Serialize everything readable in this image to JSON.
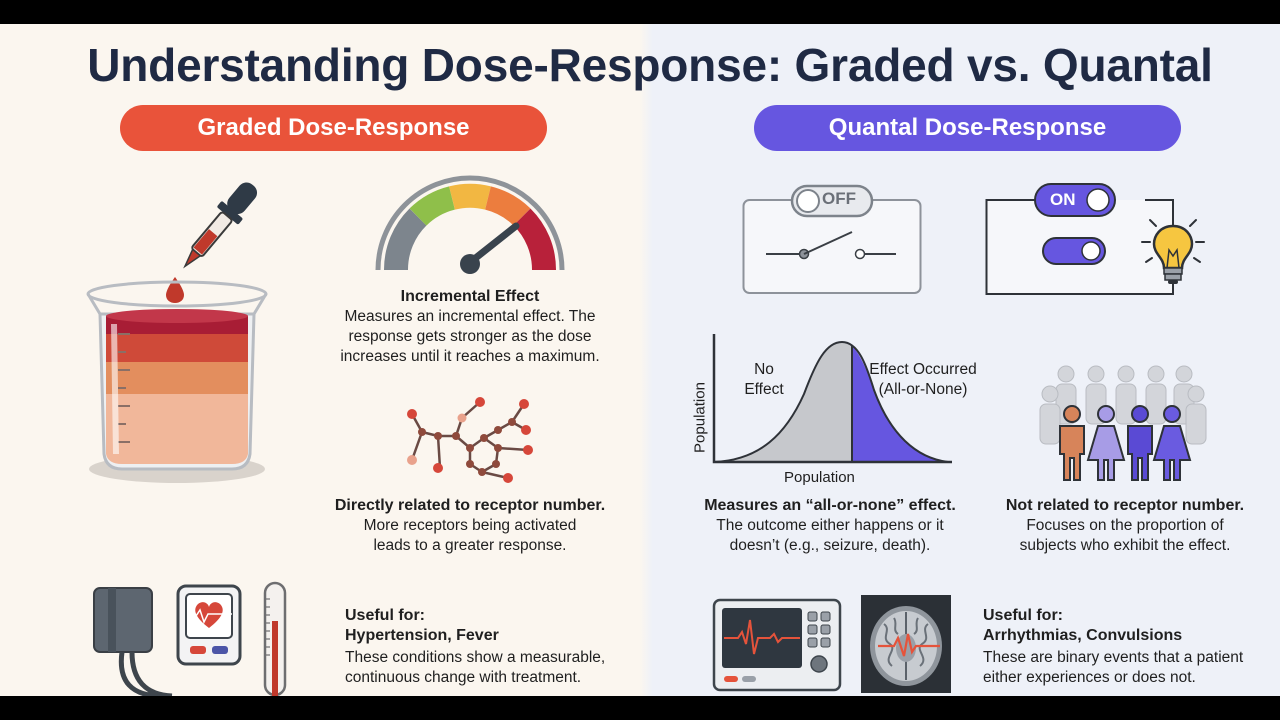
{
  "title": "Understanding Dose-Response: Graded vs. Quantal",
  "graded": {
    "header": "Graded Dose-Response",
    "incremental": {
      "heading": "Incremental Effect",
      "line1": "Measures an incremental effect. The",
      "line2": "response gets stronger as the dose",
      "line3": "increases until it reaches a maximum."
    },
    "receptor": {
      "heading": "Directly related to receptor number.",
      "line1": "More receptors being activated",
      "line2": "leads to a greater response."
    },
    "useful": {
      "heading": "Useful for:",
      "conditions": "Hypertension, Fever",
      "line1": "These conditions show a measurable,",
      "line2": "continuous change with treatment."
    }
  },
  "quantal": {
    "header": "Quantal Dose-Response",
    "switch_off": "OFF",
    "switch_on": "ON",
    "curve": {
      "ylabel": "Population",
      "xlabel": "Population",
      "no_effect_1": "No",
      "no_effect_2": "Effect",
      "occurred_1": "Effect Occurred",
      "occurred_2": "(All-or-None)"
    },
    "allornone": {
      "heading": "Measures an “all-or-none” effect.",
      "line1": "The outcome either happens or it",
      "line2": "doesn’t (e.g., seizure, death)."
    },
    "notrelated": {
      "heading": "Not related to receptor number.",
      "line1": "Focuses on the proportion of",
      "line2": "subjects who exhibit the effect."
    },
    "useful": {
      "heading": "Useful for:",
      "conditions": "Arrhythmias, Convulsions",
      "line1": "These are binary events that a patient",
      "line2": "either experiences or does not."
    }
  },
  "colors": {
    "graded_accent": "#e9533a",
    "quantal_accent": "#6656e0",
    "title": "#1f2a44"
  },
  "icons": [
    "dropper-icon",
    "beaker-icon",
    "gauge-icon",
    "molecule-icon",
    "blood-pressure-monitor-icon",
    "thermometer-icon",
    "switch-off-icon",
    "switch-on-icon",
    "lightbulb-icon",
    "people-group-icon",
    "ecg-monitor-icon",
    "brain-scan-icon"
  ]
}
